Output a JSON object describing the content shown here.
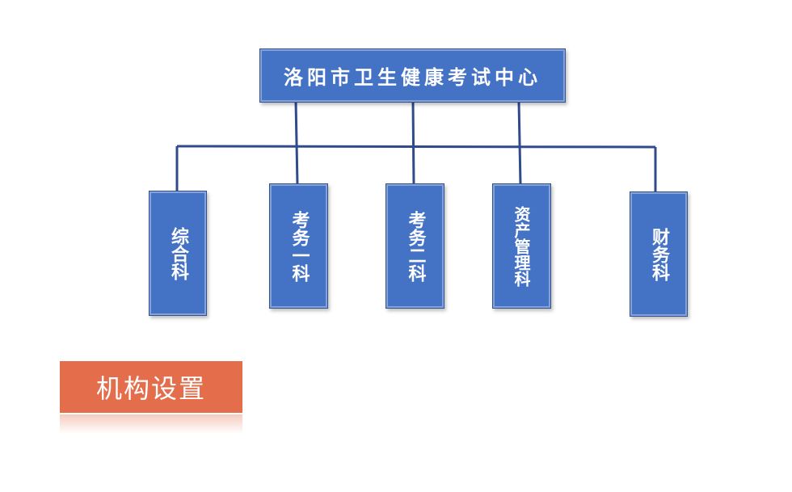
{
  "diagram": {
    "root": {
      "label": "洛阳市卫生健康考试中心"
    },
    "departments": [
      {
        "label": "综合科"
      },
      {
        "label": "考务一科"
      },
      {
        "label": "考务二科"
      },
      {
        "label": "资产管理科"
      },
      {
        "label": "财务科"
      }
    ]
  },
  "section_tag": {
    "label": "机构设置"
  },
  "colors": {
    "box_fill": "#4472c4",
    "connector": "#2f4b8c",
    "tag_fill": "#e46d4b",
    "text": "#ffffff"
  }
}
